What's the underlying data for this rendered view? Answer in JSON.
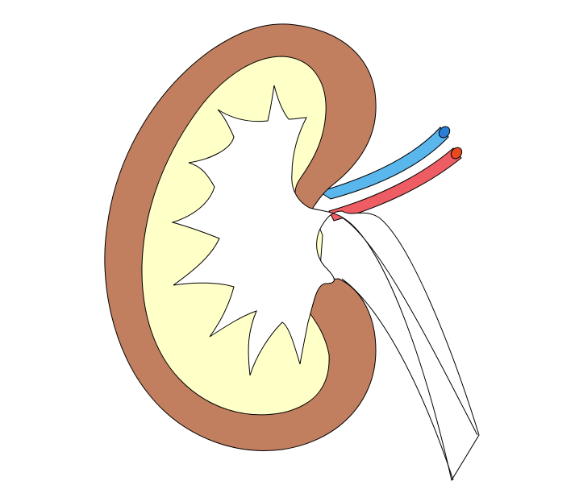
{
  "diagram": {
    "colors": {
      "background": "#ffffff",
      "outline": "#000000",
      "cortex": "#c17f5f",
      "medulla": "#ffffc8",
      "pelvis": "#ffffff",
      "vein": "#5ab7ed",
      "vein_end": "#2a7ed8",
      "artery": "#ee5d63",
      "artery_end": "#e8491d",
      "ureter": "#ffffff"
    },
    "parts": [
      "renal-cortex",
      "renal-medulla",
      "renal-pelvis",
      "renal-vein",
      "renal-artery",
      "ureter"
    ]
  }
}
